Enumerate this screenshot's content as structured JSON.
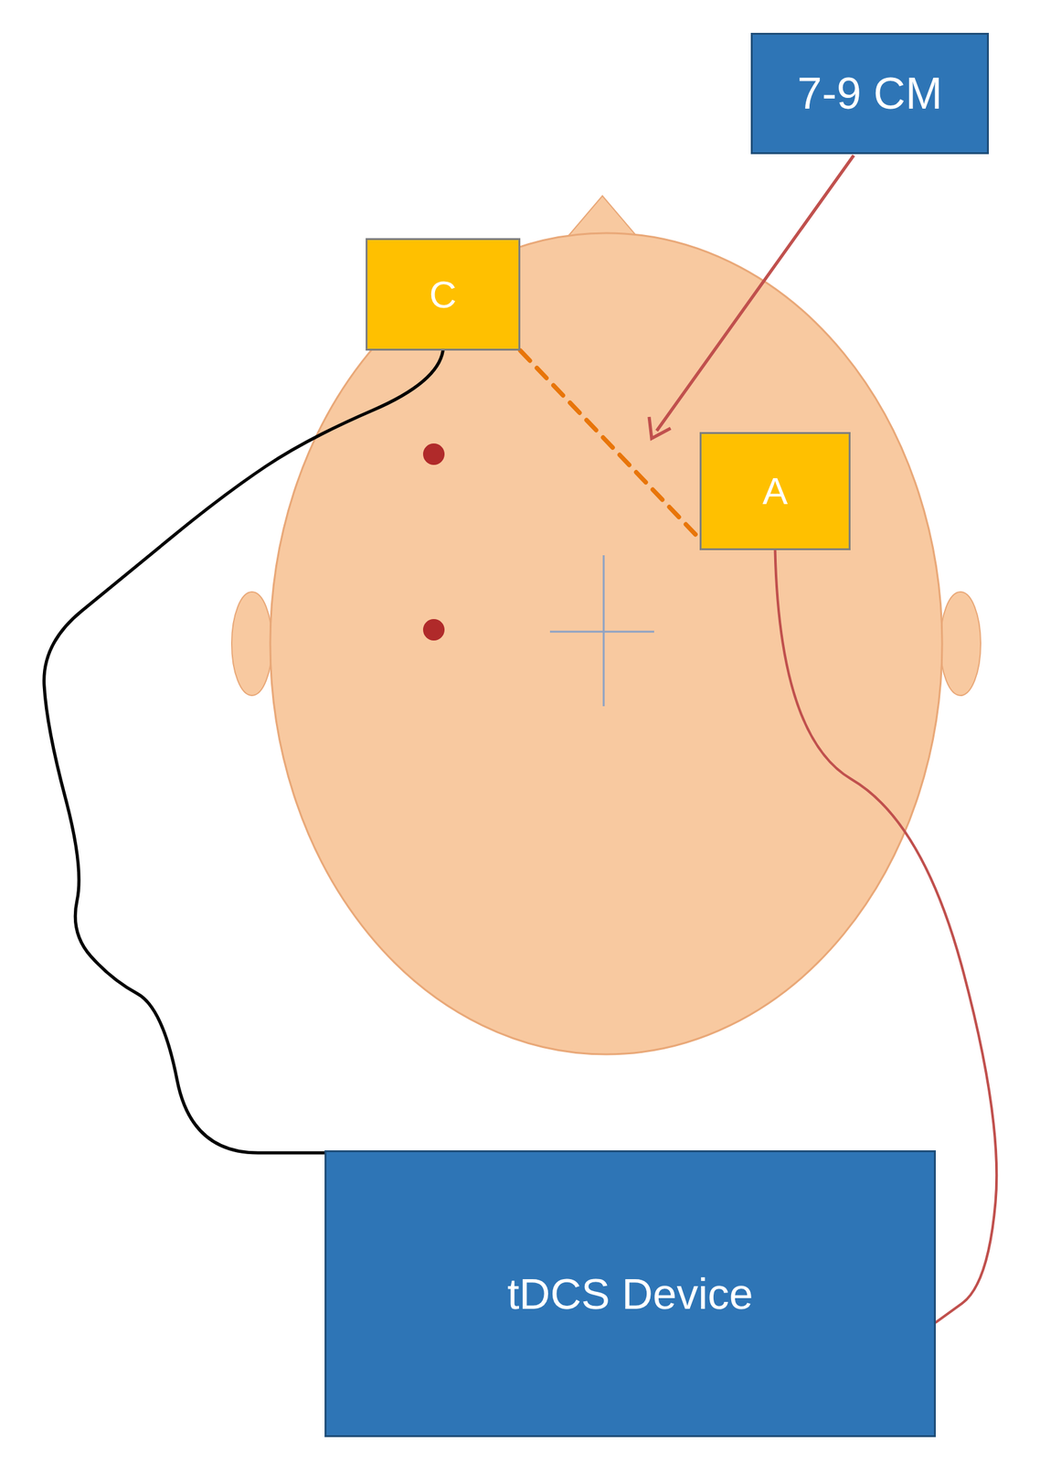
{
  "diagram": {
    "nodes": [
      {
        "text": [
          "7-9 CM"
        ]
      },
      {
        "text": [
          "C"
        ]
      },
      {
        "text": [
          "A"
        ]
      },
      {
        "text": [
          "tDCS Device"
        ]
      }
    ],
    "edges": [
      {
        "from": 1,
        "to": 2,
        "arrow": "none"
      },
      {
        "from": 1,
        "to": 3,
        "arrow": "none"
      },
      {
        "from": 2,
        "to": 3,
        "arrow": "none"
      }
    ]
  }
}
